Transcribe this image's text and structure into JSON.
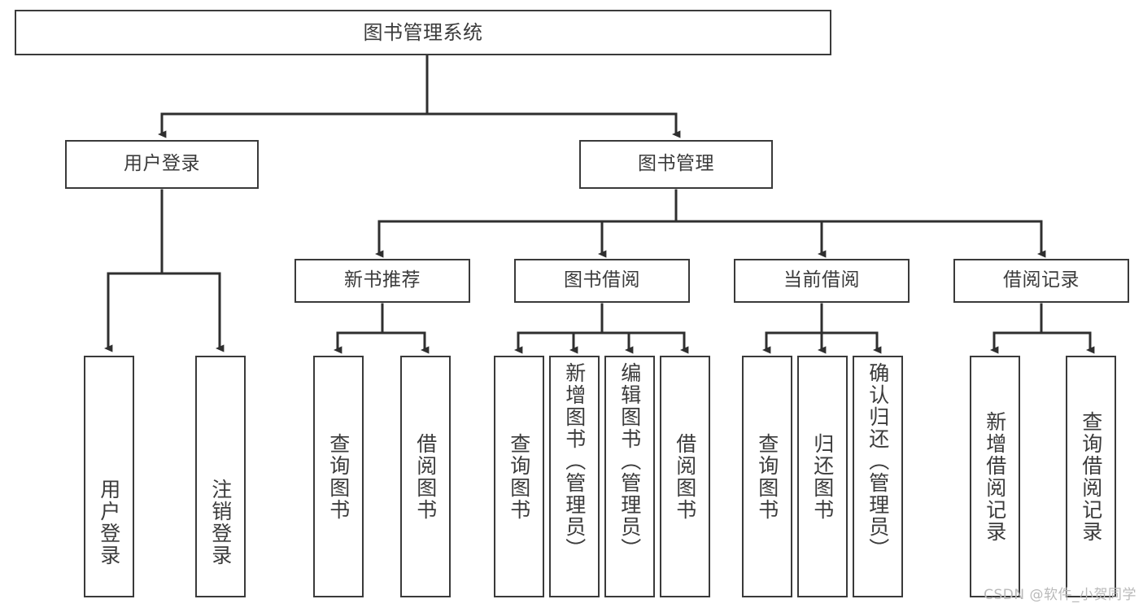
{
  "diagram": {
    "type": "tree-hierarchy",
    "title": "图书管理系统",
    "watermark": "CSDN @软件_小贺同学",
    "colors": {
      "box_border": "#3a3a3a",
      "box_fill": "#ffffff",
      "connector": "#2f2f2f",
      "text": "#3b3b3b",
      "watermark": "#b9b9b9",
      "background": "#ffffff"
    },
    "root": {
      "label": "图书管理系统"
    },
    "level2": [
      {
        "label": "用户登录"
      },
      {
        "label": "图书管理"
      }
    ],
    "level3": [
      {
        "label": "新书推荐"
      },
      {
        "label": "图书借阅"
      },
      {
        "label": "当前借阅"
      },
      {
        "label": "借阅记录"
      }
    ],
    "leaves_user_login": [
      {
        "label": "用户登录"
      },
      {
        "label": "注销登录"
      }
    ],
    "leaves_new_book": [
      {
        "label": "查询图书"
      },
      {
        "label": "借阅图书"
      }
    ],
    "leaves_borrow": [
      {
        "label": "查询图书"
      },
      {
        "label": "新增图书（管理员）"
      },
      {
        "label": "编辑图书（管理员）"
      },
      {
        "label": "借阅图书"
      }
    ],
    "leaves_current": [
      {
        "label": "查询图书"
      },
      {
        "label": "归还图书"
      },
      {
        "label": "确认归还（管理员）"
      }
    ],
    "leaves_records": [
      {
        "label": "新增借阅记录"
      },
      {
        "label": "查询借阅记录"
      }
    ]
  }
}
